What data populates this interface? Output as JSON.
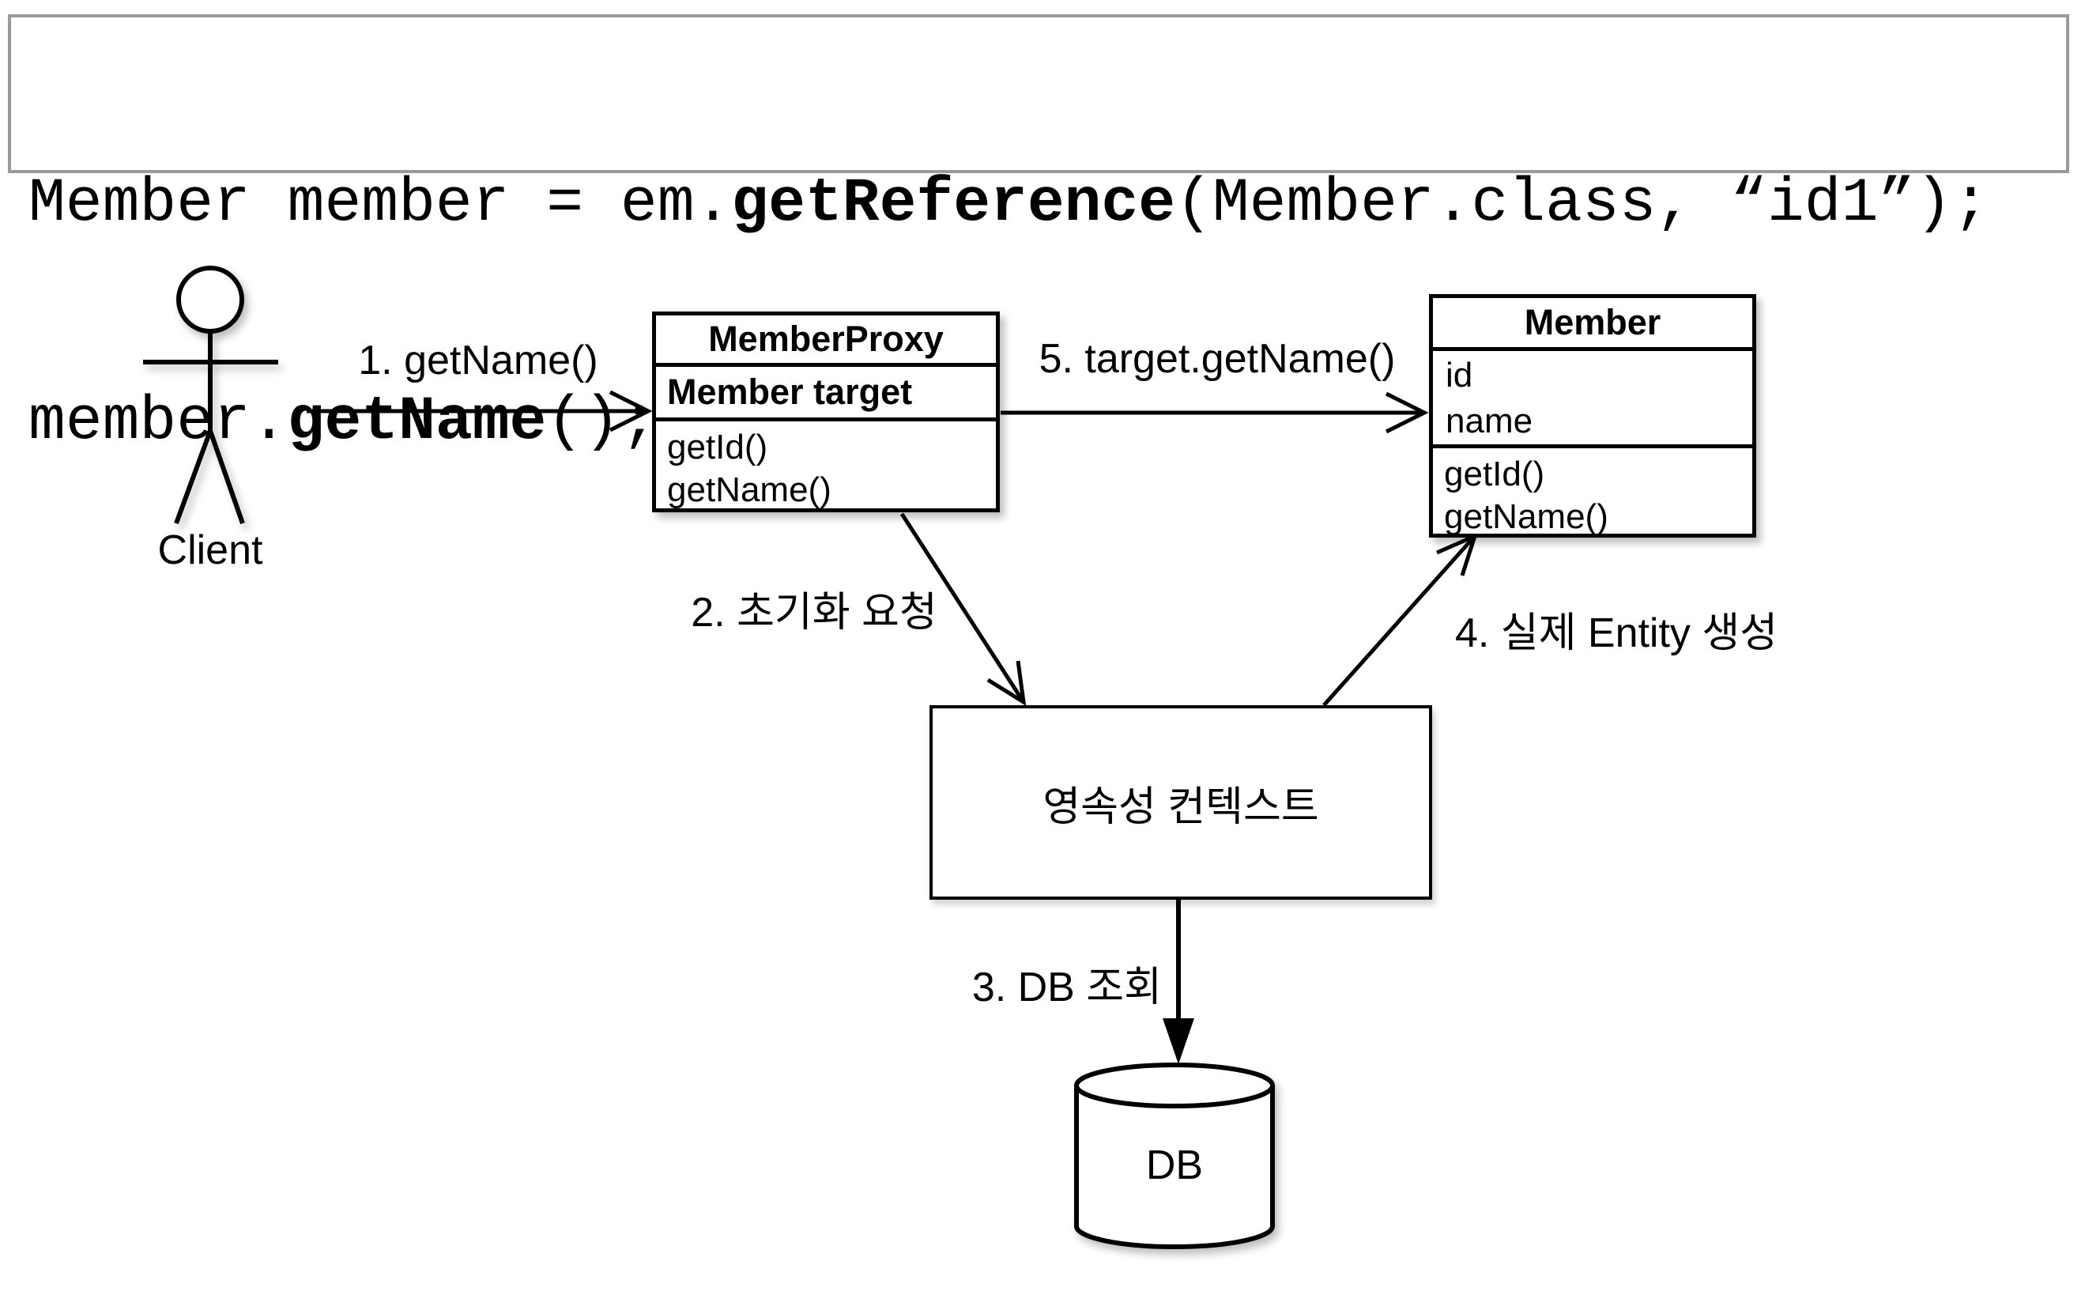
{
  "code": {
    "line1": {
      "pre": "Member member = em.",
      "bold": "getReference",
      "post": "(Member.class, “id1”);"
    },
    "line2": {
      "pre": "member.",
      "bold": "getName",
      "post": "();"
    }
  },
  "actor": {
    "label": "Client"
  },
  "labels": {
    "step1": "1. getName()",
    "step2": "2. 초기화 요청",
    "step3": "3. DB 조회",
    "step4": "4. 실제 Entity 생성",
    "step5": "5. target.getName()"
  },
  "proxy_class": {
    "title": "MemberProxy",
    "field": "Member target",
    "methods": [
      "getId()",
      "getName()"
    ]
  },
  "member_class": {
    "title": "Member",
    "attributes": [
      "id",
      "name"
    ],
    "methods": [
      "getId()",
      "getName()"
    ]
  },
  "persistence_context": {
    "label": "영속성 컨텍스트"
  },
  "database": {
    "label": "DB"
  },
  "colors": {
    "background": "#ffffff",
    "line": "#000000",
    "code_border": "#9a9a9a"
  }
}
